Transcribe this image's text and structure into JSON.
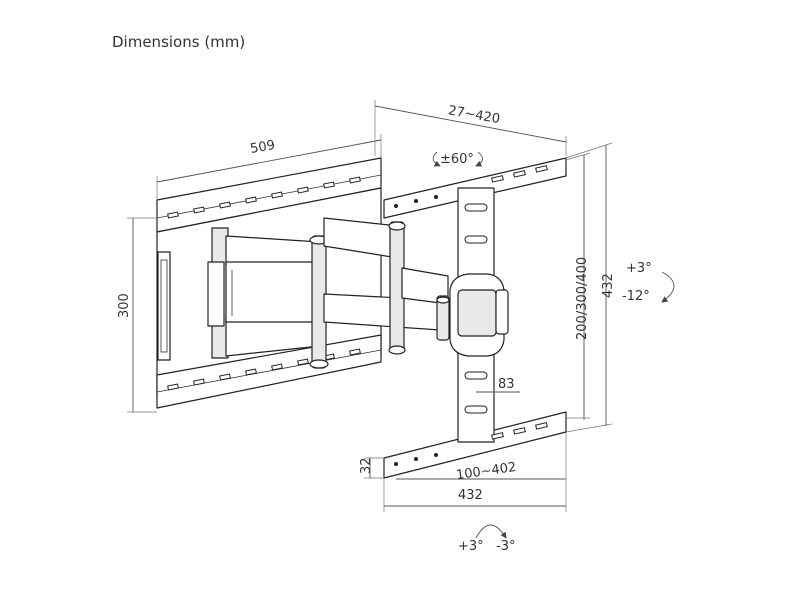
{
  "title": "Dimensions (mm)",
  "dimensions": {
    "wall_plate_width": "509",
    "wall_plate_height": "300",
    "extension": "27~420",
    "swivel": "±60°",
    "tv_plate_height": "432",
    "vesa_vertical": "200/300/400",
    "tilt_up": "+3°",
    "tilt_down": "-12°",
    "upright_offset": "83",
    "rail_height": "32",
    "vesa_horizontal": "100~402",
    "tv_plate_width": "432",
    "level_plus": "+3°",
    "level_minus": "-3°"
  },
  "colors": {
    "line": "#222222",
    "dimension": "#555555",
    "text": "#333333"
  }
}
